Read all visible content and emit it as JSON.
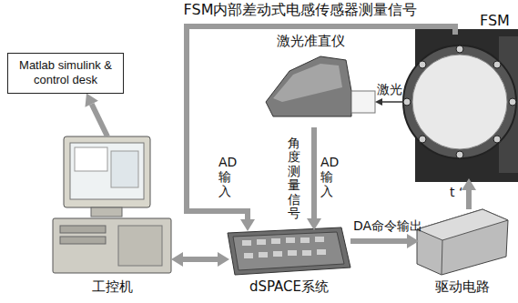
{
  "diagram": {
    "nodes": [
      {
        "text": [
          "Matlab simulink & control desk"
        ]
      },
      {
        "text": [
          "工控机"
        ]
      },
      {
        "text": [
          "dSPACE系统"
        ]
      },
      {
        "text": [
          "驱动电路"
        ]
      },
      {
        "text": [
          "激光准直仪"
        ]
      },
      {
        "text": [
          "FSM"
        ]
      }
    ],
    "edges": [
      {
        "from": 5,
        "to": 2,
        "arrow": "to",
        "label": "FSM内部差动式电感传感器测量信号"
      },
      {
        "from": 4,
        "to": 2,
        "arrow": "to",
        "label": "角度测量信号"
      },
      {
        "from": 1,
        "to": 2,
        "arrow": "both"
      },
      {
        "from": 2,
        "to": 3,
        "arrow": "to",
        "label": "DA命令输出"
      },
      {
        "from": 3,
        "to": 5,
        "arrow": "to"
      },
      {
        "from": 5,
        "to": 4,
        "arrow": "to",
        "label": "激光"
      },
      {
        "from": 1,
        "to": 0,
        "arrow": "to"
      }
    ],
    "labels": [
      "AD 输入",
      "AD 输入",
      "t ‘"
    ]
  }
}
